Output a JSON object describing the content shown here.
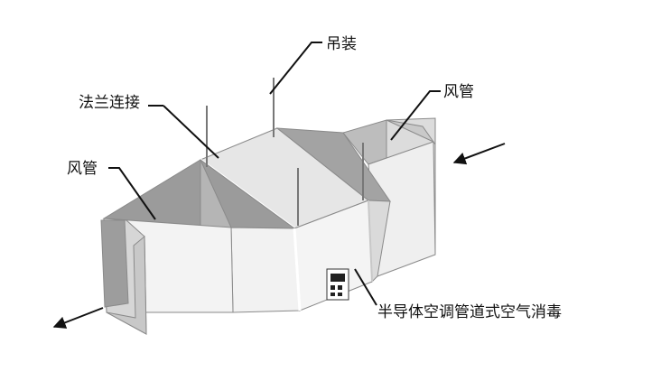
{
  "labels": {
    "hanging": "吊装",
    "flange_connection": "法兰连接",
    "duct_right": "风管",
    "duct_left": "风管",
    "device": "半导体空调管道式空气消毒"
  },
  "colors": {
    "duct_light": "#ebebeb",
    "duct_mid": "#d2d2d2",
    "duct_dark": "#9a9a9a",
    "outline": "#6f6f6f",
    "leader": "#111111"
  }
}
